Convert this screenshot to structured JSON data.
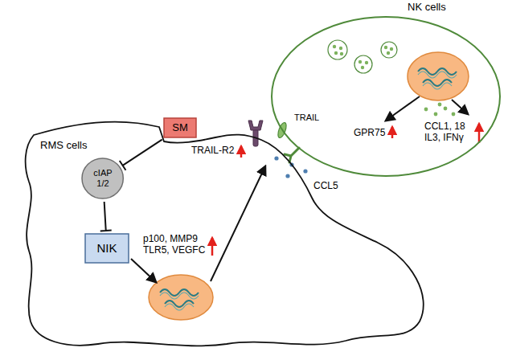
{
  "diagram": {
    "nodes": [
      {
        "text": [
          "RMS cells"
        ]
      },
      {
        "text": [
          "SM"
        ]
      },
      {
        "text": [
          "cIAP 1/2"
        ],
        "in": 0
      },
      {
        "text": [
          "NIK"
        ],
        "in": 0
      },
      {
        "text": [
          "NK cells"
        ]
      }
    ],
    "edges": [
      {
        "from": 1,
        "to": 2,
        "arrow": "to"
      },
      {
        "from": 2,
        "to": 3,
        "arrow": "to"
      }
    ],
    "labels": [
      "p100, MMP9 TLR5, VEGFC",
      "TRAIL-R2",
      "CCL5",
      "TRAIL",
      "GPR75",
      "CCL1, 18 IL3, IFNγ"
    ]
  }
}
